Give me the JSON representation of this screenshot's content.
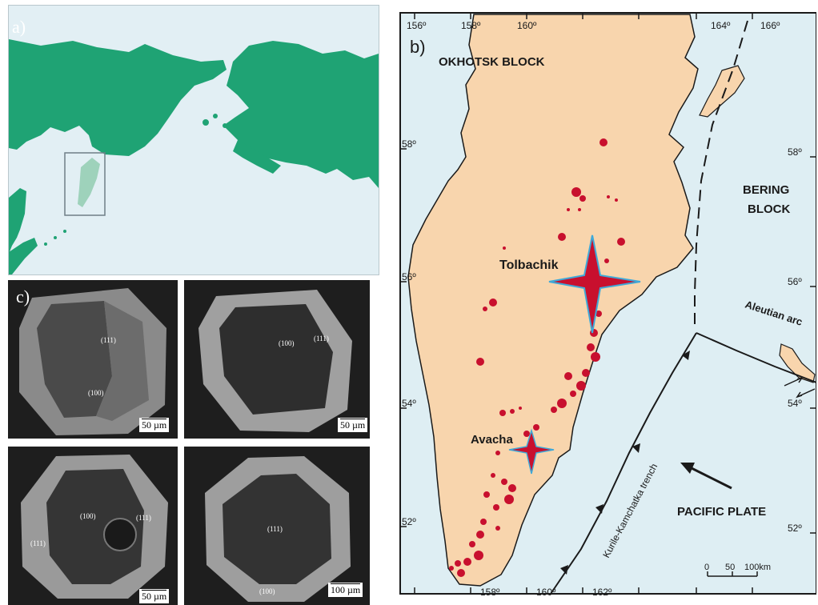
{
  "panel_a": {
    "label": "a)",
    "colors": {
      "sea": "#e2eff4",
      "land": "#1fa374",
      "highlight": "#9ed2bb"
    }
  },
  "panel_b": {
    "label": "b)",
    "top_ticks": [
      "156º",
      "158º",
      "160º",
      "164º",
      "166º"
    ],
    "bottom_ticks": [
      "158º",
      "160º",
      "162º"
    ],
    "left_ticks": [
      "58º",
      "56º",
      "54º",
      "52º"
    ],
    "right_ticks": [
      "58º",
      "56º",
      "54º",
      "52º"
    ],
    "labels": {
      "okhotsk": "OKHOTSK BLOCK",
      "bering_1": "BERING",
      "bering_2": "BLOCK",
      "tolbachik": "Tolbachik",
      "avacha": "Avacha",
      "aleutian": "Aleutian arc",
      "trench": "Kurile-Kamchatka trench",
      "pacific": "PACIFIC PLATE"
    },
    "scale": {
      "zero": "0",
      "fifty": "50",
      "hundred": "100km"
    },
    "colors": {
      "sea": "#deeef3",
      "land": "#f8d5ad",
      "volcano": "#c8102e",
      "star_outline": "#3fa9d8"
    }
  },
  "panel_c": {
    "label": "c)",
    "images": [
      {
        "facets": [
          "(111)",
          "(100)"
        ],
        "scale": "50 µm"
      },
      {
        "facets": [
          "(100)",
          "(111)"
        ],
        "scale": "50 µm"
      },
      {
        "facets": [
          "(100)",
          "(111)",
          "(111)"
        ],
        "scale": "50 µm"
      },
      {
        "facets": [
          "(111)",
          "(100)"
        ],
        "scale": "100 µm"
      }
    ]
  }
}
